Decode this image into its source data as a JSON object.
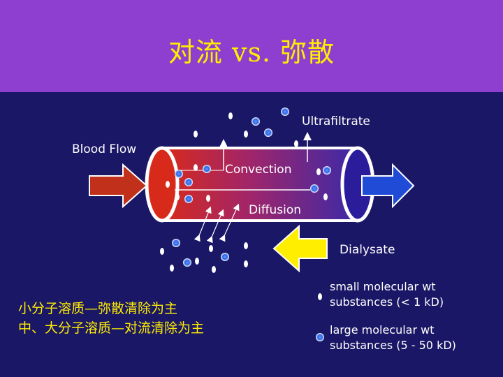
{
  "slide": {
    "title": "对流 vs. 弥散"
  },
  "diagram": {
    "labels": {
      "ultrafiltrate": "Ultrafiltrate",
      "blood_flow": "Blood Flow",
      "convection": "Convection",
      "diffusion": "Diffusion",
      "dialysate": "Dialysate"
    },
    "legend": {
      "small_line1": "small molecular wt",
      "small_line2": "substances (< 1 kD)",
      "large_line1": "large molecular wt",
      "large_line2": "substances (5 - 50 kD)"
    },
    "colors": {
      "header_bg": "#8e3fd0",
      "slide_bg": "#1a1766",
      "title": "#ffee00",
      "blood_arrow": "#c0301a",
      "dialysate_arrow": "#ffee00",
      "outflow_arrow": "#1f4bd6",
      "molecule_large": "#2a63e8",
      "molecule_small": "#ffffff"
    }
  },
  "notes": {
    "line1": "小分子溶质—弥散清除为主",
    "line2": "中、大分子溶质—对流清除为主"
  }
}
